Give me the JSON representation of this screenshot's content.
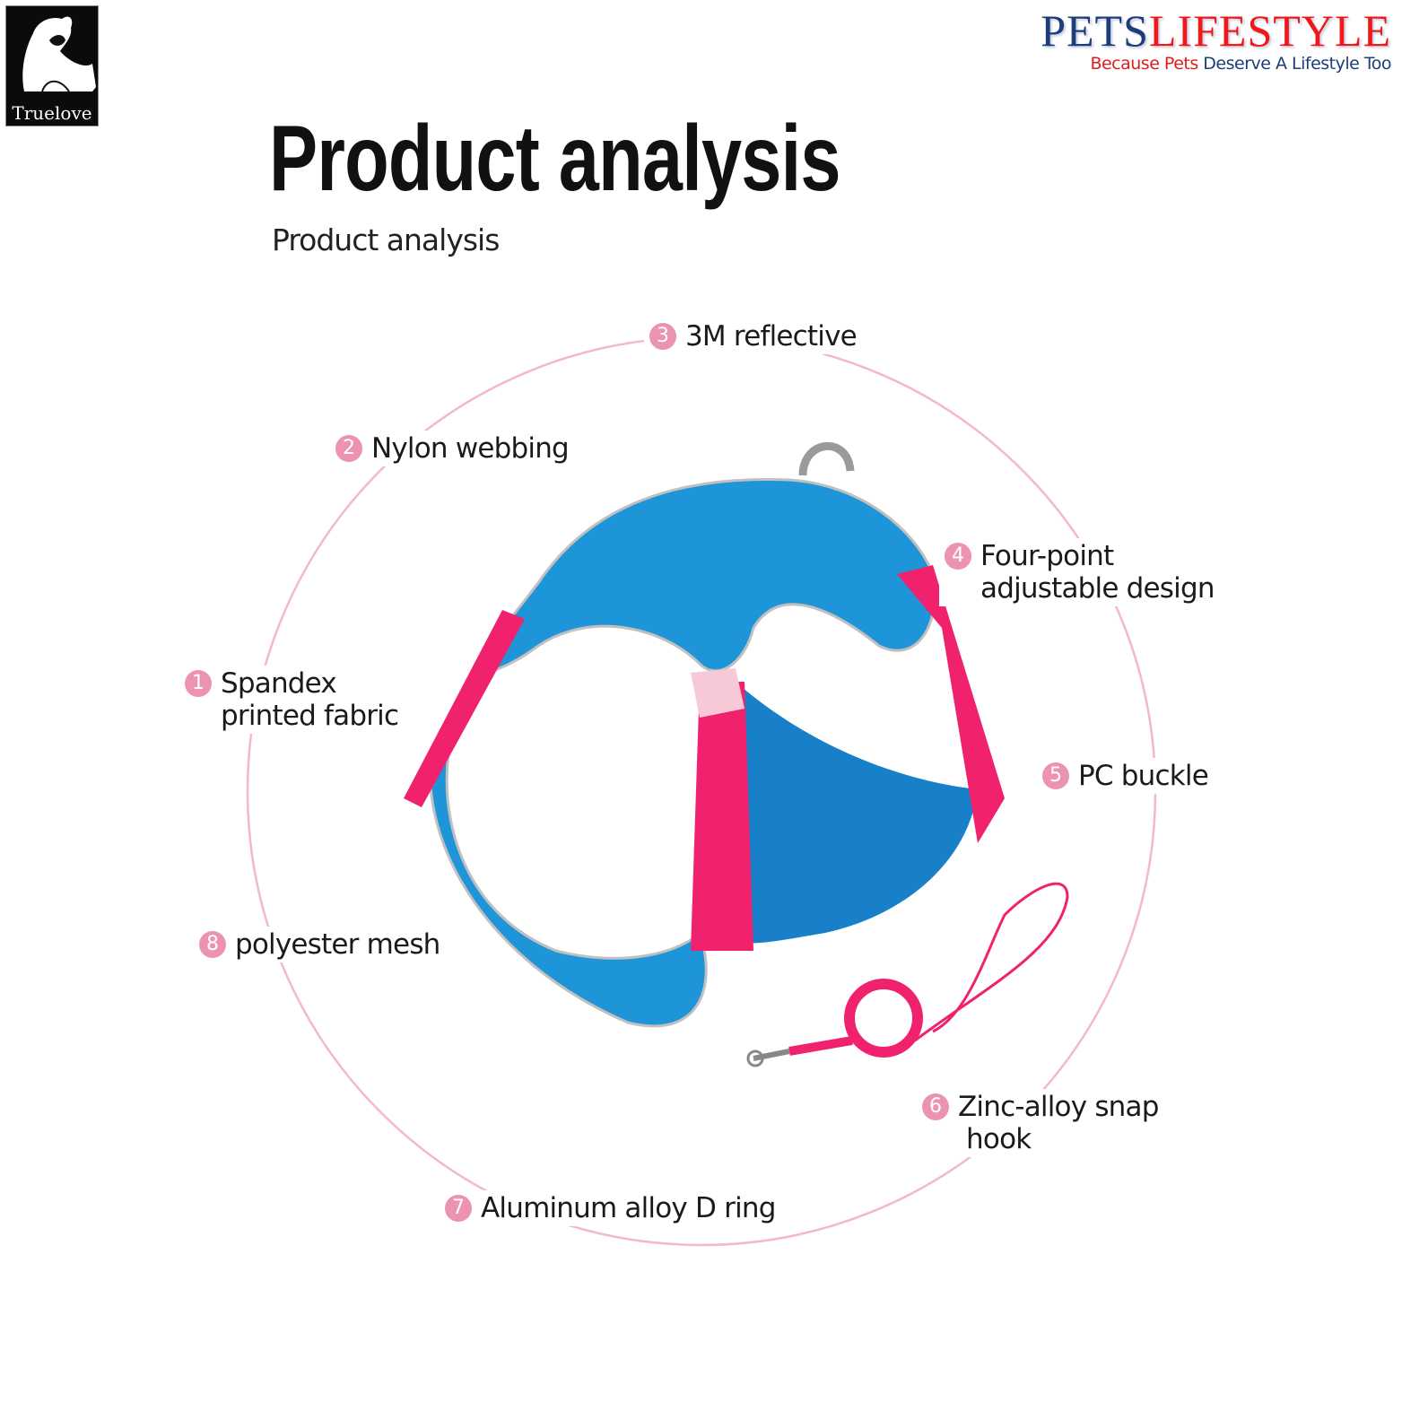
{
  "brand_logo": {
    "text": "Truelove"
  },
  "store_logo": {
    "part1": "PETS",
    "part2": "LIFESTYLE",
    "tagline_part1": "Because Pets",
    "tagline_part2": "Deserve A Lifestyle Too"
  },
  "title": "Product analysis",
  "subtitle": "Product analysis",
  "features": [
    {
      "num": "1",
      "line1": "Spandex",
      "line2": "printed fabric"
    },
    {
      "num": "2",
      "line1": "Nylon webbing"
    },
    {
      "num": "3",
      "line1": "3M reflective"
    },
    {
      "num": "4",
      "line1": "Four-point",
      "line2": "adjustable design"
    },
    {
      "num": "5",
      "line1": "PC buckle"
    },
    {
      "num": "6",
      "line1": "Zinc-alloy snap",
      "line2": " hook"
    },
    {
      "num": "7",
      "line1": "Aluminum alloy D ring"
    },
    {
      "num": "8",
      "line1": "polyester mesh"
    }
  ],
  "colors": {
    "accent_pink": "#eb93b1",
    "harness_blue": "#1e95d8",
    "strap_pink": "#f0226e",
    "logo_navy": "#1b3d7a",
    "logo_red": "#f01818"
  }
}
